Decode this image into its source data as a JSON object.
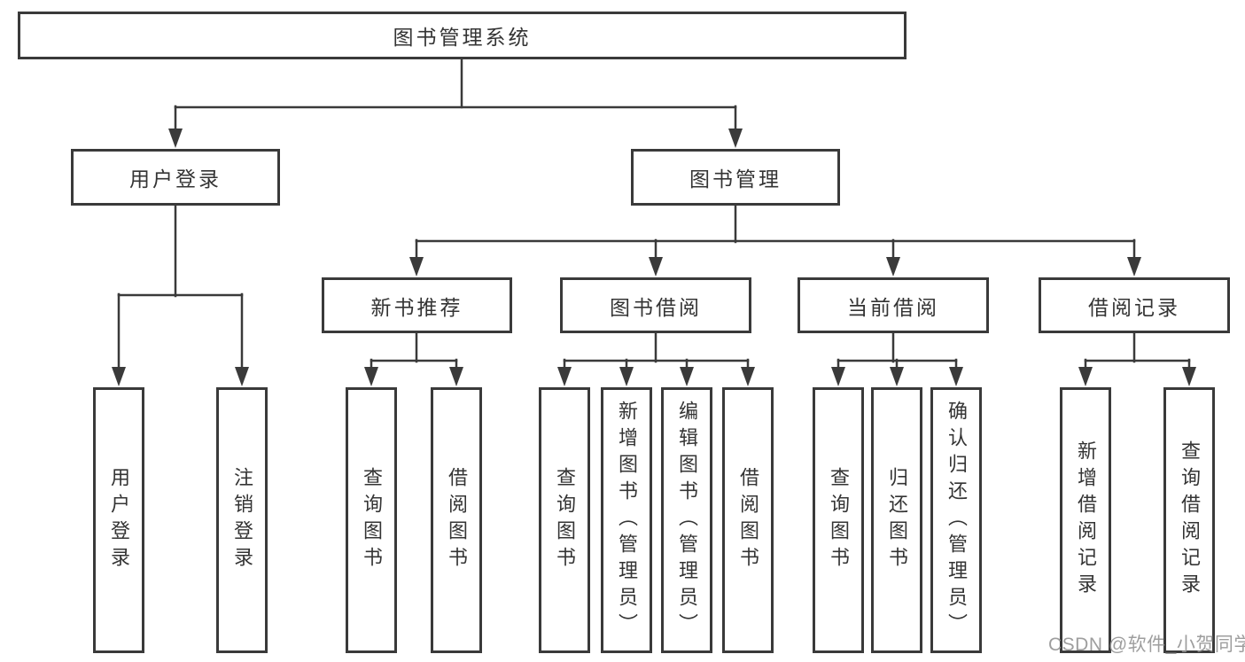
{
  "title": "图书管理系统",
  "level2": {
    "user_login": "用户登录",
    "book_mgmt": "图书管理"
  },
  "level3": {
    "new_books": "新书推荐",
    "borrowing": "图书借阅",
    "current": "当前借阅",
    "records": "借阅记录"
  },
  "leaves": {
    "login": "用户登录",
    "logout": "注销登录",
    "nb_query": "查询图书",
    "nb_borrow": "借阅图书",
    "bw_query": "查询图书",
    "bw_add": "新增图书（管理员）",
    "bw_edit": "编辑图书（管理员）",
    "bw_borrow": "借阅图书",
    "cur_query": "查询图书",
    "cur_return": "归还图书",
    "cur_confirm": "确认归还（管理员）",
    "rec_add": "新增借阅记录",
    "rec_query": "查询借阅记录"
  },
  "watermark": "CSDN @软件_小贺同学",
  "colors": {
    "line": "#3a3a3a",
    "text": "#343434",
    "watermark": "#969696",
    "background": "#ffffff"
  }
}
